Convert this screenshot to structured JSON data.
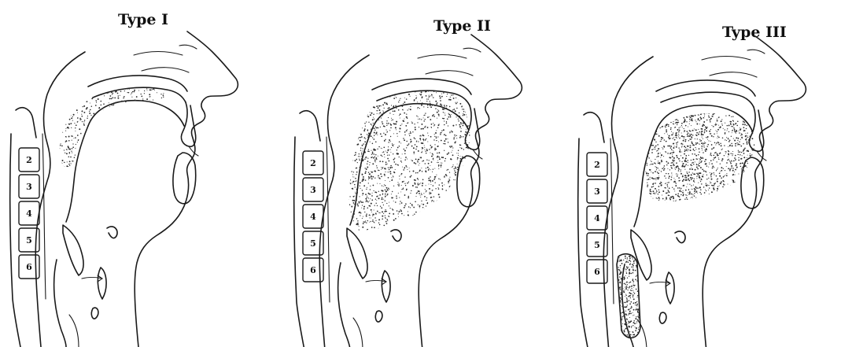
{
  "panels": [
    {
      "id": "type-1",
      "title": "Type I",
      "vertebrae": [
        "2",
        "3",
        "4",
        "5",
        "6"
      ],
      "obstruction": "palate"
    },
    {
      "id": "type-2",
      "title": "Type II",
      "vertebrae": [
        "2",
        "3",
        "4",
        "5",
        "6"
      ],
      "obstruction": "palate-tongue"
    },
    {
      "id": "type-3",
      "title": "Type III",
      "vertebrae": [
        "2",
        "3",
        "4",
        "5",
        "6"
      ],
      "obstruction": "tongue-hypopharynx"
    }
  ],
  "colors": {
    "ink": "#1a1a1a",
    "stipple": "#2b2b2b",
    "background": "#ffffff"
  }
}
